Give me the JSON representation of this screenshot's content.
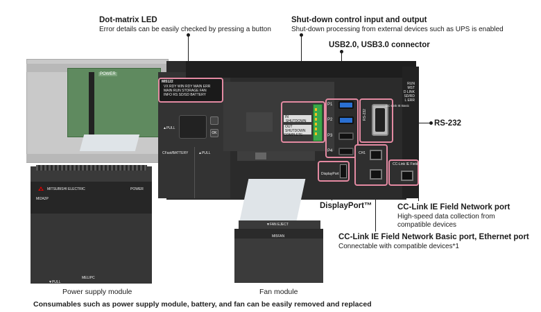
{
  "callouts": {
    "led": {
      "title": "Dot-matrix LED",
      "subtitle": "Error details can be easily checked by pressing a button"
    },
    "shutdown": {
      "title": "Shut-down control input and output",
      "subtitle": "Shut-down processing from external devices such as UPS is enabled"
    },
    "usb": {
      "title": "USB2.0, USB3.0 connector"
    },
    "rs232": {
      "title": "RS-232"
    },
    "displayport": {
      "title": "DisplayPort™"
    },
    "cclink": {
      "title": "CC-Link IE Field Network port",
      "subtitle_1": "High-speed data collection from",
      "subtitle_2": "compatible devices"
    },
    "basic": {
      "title": "CC-Link IE Field Network Basic port, Ethernet port",
      "subtitle": "Connectable with compatible devices*1"
    }
  },
  "captions": {
    "power_supply": "Power supply module",
    "fan": "Fan module",
    "bottom": "Consumables such as power supply module, battery, and fan can be easily removed and replaced"
  },
  "device": {
    "power_label": "POWER",
    "model": "MI5122",
    "led_rows": [
      "VX RDY    WIN RDY    MAIN ERR",
      "MAIN RUN  STORAGE    FAN",
      "INFO      RS SD/SD   BATTERY"
    ],
    "cfast_label": "CFast/BATTERY",
    "pull_label": "▲PULL",
    "ok_label": "OK",
    "dp_label": "DisplayPort",
    "rs_label": "RS-232",
    "in_label": "IN",
    "out_label": "OUT",
    "shutdown_label": "SHUTDOWN",
    "complete_label": "SHUTDOWN COMPLETE",
    "usb_ports": [
      "P1",
      "P2",
      "P3",
      "P4"
    ],
    "ch_label": "CH1",
    "cclink_label": "CC-Link IE Field",
    "status_leds": [
      "RUN",
      "MST",
      "D LINK",
      "SD/RD",
      "L ERR"
    ],
    "status_brand": "CC-Link IE Basic"
  },
  "power_module": {
    "brand": "MITSUBISHI ELECTRIC",
    "model": "MI2A2P",
    "power": "POWER",
    "footer": "MELIPC",
    "pull": "▼PULL"
  },
  "fan_module": {
    "eject": "▼FAN EJECT",
    "name": "MI5FAN"
  }
}
